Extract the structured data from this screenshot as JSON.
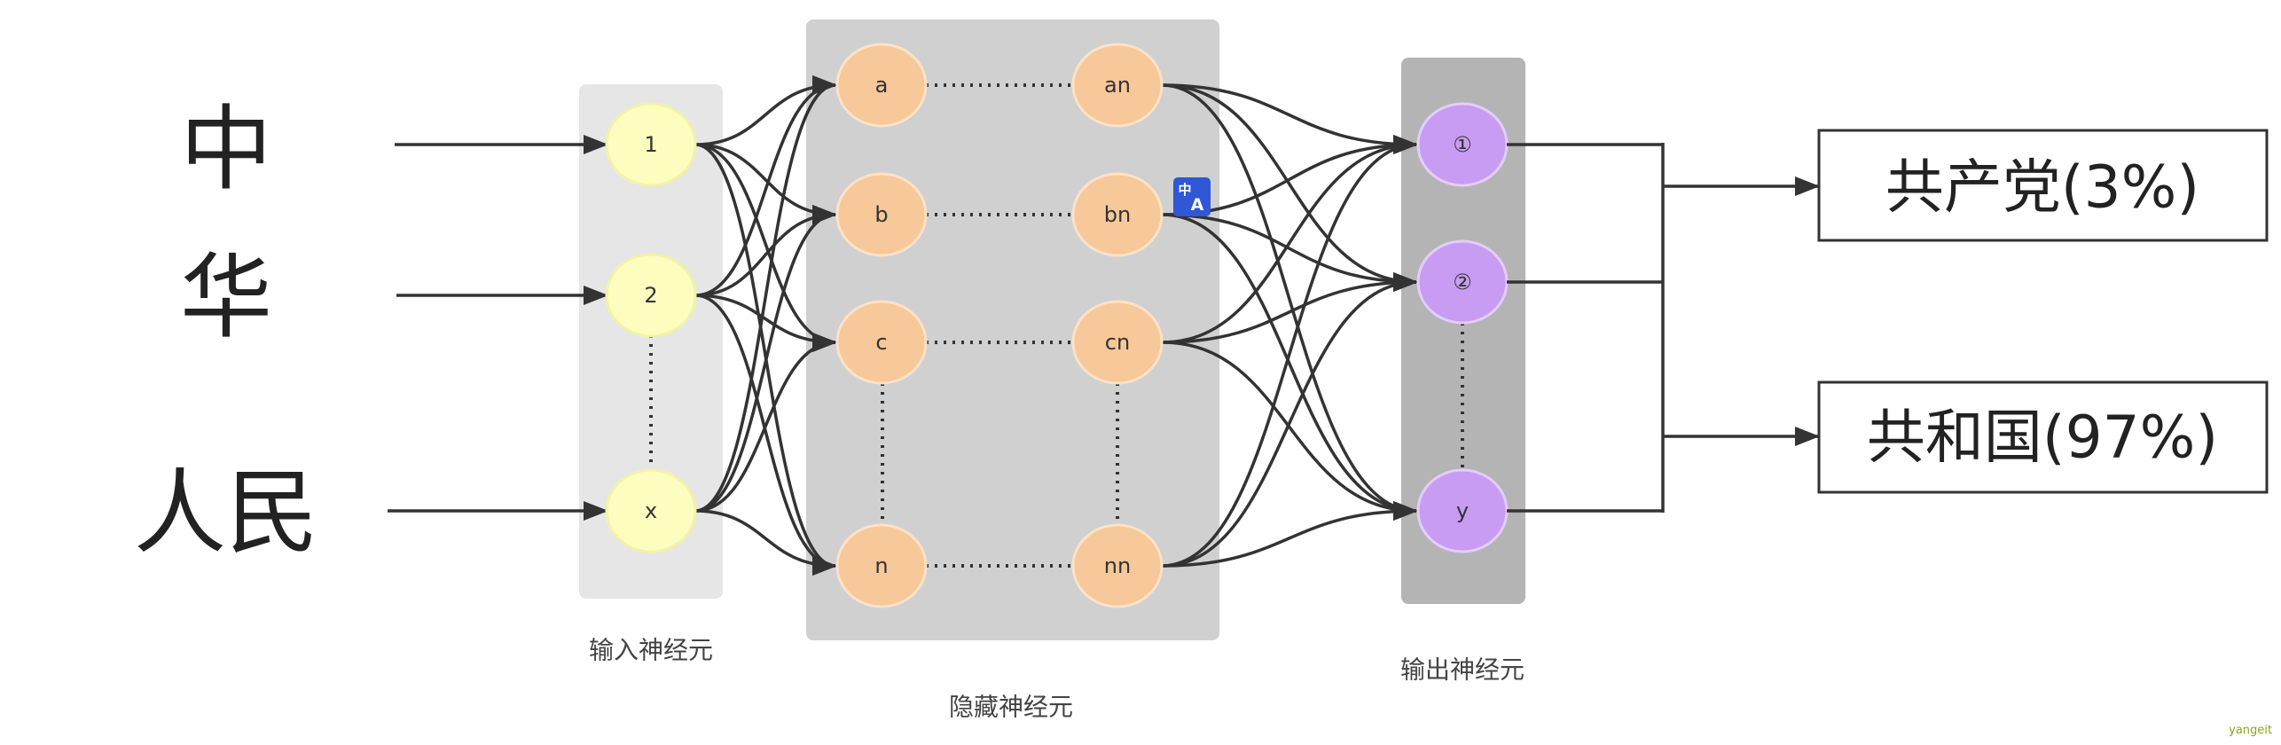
{
  "input_words": [
    "中",
    "华",
    "人民"
  ],
  "input_neurons": [
    "1",
    "2",
    "x"
  ],
  "hidden_neurons": {
    "first_column": [
      "a",
      "b",
      "c",
      "n"
    ],
    "last_column": [
      "an",
      "bn",
      "cn",
      "nn"
    ]
  },
  "output_neurons": [
    "①",
    "②",
    "y"
  ],
  "results": [
    "共产党(3%)",
    "共和国(97%)"
  ],
  "captions": {
    "input": "输入神经元",
    "hidden": "隐藏神经元",
    "output": "输出神经元"
  },
  "translate_badge": {
    "icon": "translate-icon",
    "glyph": "中",
    "letter": "A",
    "color": "#2f57d6"
  },
  "watermark": "yangeit",
  "colors": {
    "input_node": "#fdfdc0",
    "hidden_node": "#f7c89a",
    "output_node": "#c99cf3"
  }
}
